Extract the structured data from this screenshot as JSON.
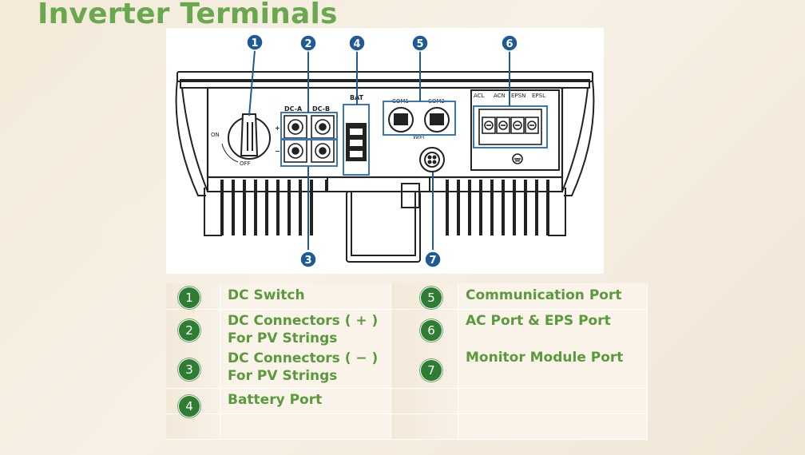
{
  "title": "Inverter Terminals",
  "diagram": {
    "markers": [
      "1",
      "2",
      "3",
      "4",
      "5",
      "6",
      "7"
    ],
    "switch_on": "ON",
    "switch_off": "OFF",
    "dc_a": "DC-A",
    "dc_b": "DC-B",
    "plus": "+",
    "minus": "−",
    "bat": "BAT",
    "com1": "COM1",
    "com2": "COM2",
    "wifi": "WiFi",
    "ac_labels": [
      "ACL",
      "ACN",
      "EPSN",
      "EPSL"
    ]
  },
  "legend": {
    "items": [
      {
        "number": "1",
        "label": "DC Switch"
      },
      {
        "number": "2",
        "label": "DC Connectors ( + )",
        "label2": "For PV Strings"
      },
      {
        "number": "3",
        "label": "DC Connectors ( − )",
        "label2": "For PV Strings"
      },
      {
        "number": "4",
        "label": "Battery Port"
      },
      {
        "number": "5",
        "label": "Communication Port"
      },
      {
        "number": "6",
        "label": "AC Port & EPS Port"
      },
      {
        "number": "7",
        "label": "Monitor Module Port"
      }
    ]
  },
  "colors": {
    "title": "#6aa84f",
    "marker": "#1f5a96",
    "highlight": "#3a78b5",
    "badge": "#2e7d32",
    "legend_text": "#5b9a3c"
  }
}
